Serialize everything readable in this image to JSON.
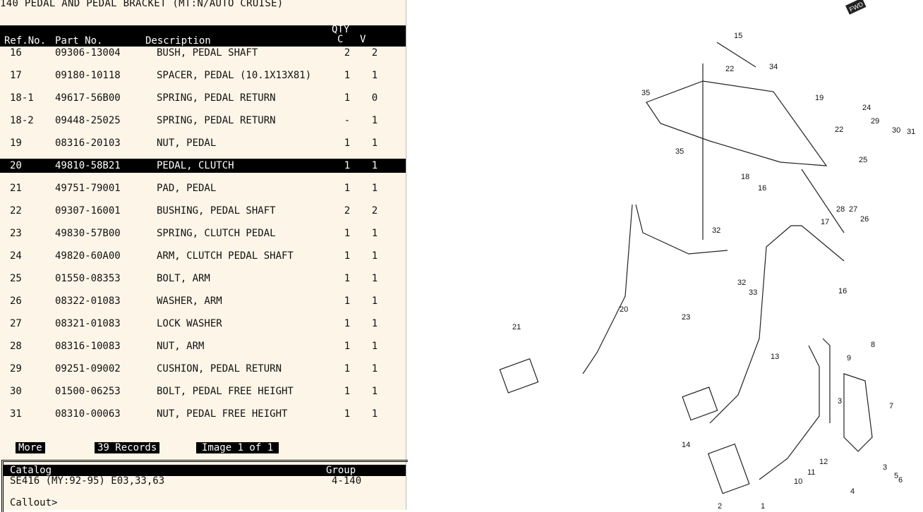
{
  "title": "140 PEDAL AND PEDAL BRACKET (MT:N/AUTO CRUISE)",
  "headers": {
    "ref": "Ref.No.",
    "part": "Part No.",
    "desc": "Description",
    "qty": "QTY",
    "c": "C",
    "v": "V"
  },
  "rows": [
    {
      "ref": "16",
      "part": "09306-13004",
      "desc": "BUSH, PEDAL SHAFT",
      "c": "2",
      "v": "2"
    },
    {
      "ref": "17",
      "part": "09180-10118",
      "desc": "SPACER, PEDAL (10.1X13X81)",
      "c": "1",
      "v": "1"
    },
    {
      "ref": "18-1",
      "part": "49617-56B00",
      "desc": "SPRING, PEDAL RETURN",
      "c": "1",
      "v": "0"
    },
    {
      "ref": "18-2",
      "part": "09448-25025",
      "desc": "SPRING, PEDAL RETURN",
      "c": "-",
      "v": "1"
    },
    {
      "ref": "19",
      "part": "08316-20103",
      "desc": "NUT, PEDAL",
      "c": "1",
      "v": "1"
    },
    {
      "ref": "20",
      "part": "49810-58B21",
      "desc": "PEDAL, CLUTCH",
      "c": "1",
      "v": "1"
    },
    {
      "ref": "21",
      "part": "49751-79001",
      "desc": "PAD, PEDAL",
      "c": "1",
      "v": "1"
    },
    {
      "ref": "22",
      "part": "09307-16001",
      "desc": "BUSHING, PEDAL SHAFT",
      "c": "2",
      "v": "2"
    },
    {
      "ref": "23",
      "part": "49830-57B00",
      "desc": "SPRING, CLUTCH PEDAL",
      "c": "1",
      "v": "1"
    },
    {
      "ref": "24",
      "part": "49820-60A00",
      "desc": "ARM, CLUTCH PEDAL SHAFT",
      "c": "1",
      "v": "1"
    },
    {
      "ref": "25",
      "part": "01550-08353",
      "desc": "BOLT, ARM",
      "c": "1",
      "v": "1"
    },
    {
      "ref": "26",
      "part": "08322-01083",
      "desc": "WASHER, ARM",
      "c": "1",
      "v": "1"
    },
    {
      "ref": "27",
      "part": "08321-01083",
      "desc": "LOCK WASHER",
      "c": "1",
      "v": "1"
    },
    {
      "ref": "28",
      "part": "08316-10083",
      "desc": "NUT, ARM",
      "c": "1",
      "v": "1"
    },
    {
      "ref": "29",
      "part": "09251-09002",
      "desc": "CUSHION, PEDAL RETURN",
      "c": "1",
      "v": "1"
    },
    {
      "ref": "30",
      "part": "01500-06253",
      "desc": "BOLT, PEDAL FREE HEIGHT",
      "c": "1",
      "v": "1"
    },
    {
      "ref": "31",
      "part": "08310-00063",
      "desc": "NUT, PEDAL FREE HEIGHT",
      "c": "1",
      "v": "1"
    }
  ],
  "status": {
    "more": "More",
    "records": "39 Records",
    "image": "Image 1 of 1"
  },
  "footer": {
    "catalog_label": "Catalog",
    "group_label": "Group",
    "catalog": "SE416 (MY:92-95) E03,33,63",
    "group": "4-140",
    "prompt": "Callout>"
  },
  "diagram": {
    "fwd": "FWD",
    "callouts": [
      "15",
      "34",
      "22",
      "35",
      "19",
      "24",
      "29",
      "30",
      "31",
      "22",
      "25",
      "35",
      "18",
      "16",
      "28",
      "27",
      "26",
      "17",
      "32",
      "32",
      "33",
      "16",
      "20",
      "23",
      "21",
      "13",
      "8",
      "9",
      "3",
      "7",
      "14",
      "12",
      "11",
      "10",
      "3",
      "5",
      "6",
      "4",
      "2",
      "1"
    ]
  }
}
